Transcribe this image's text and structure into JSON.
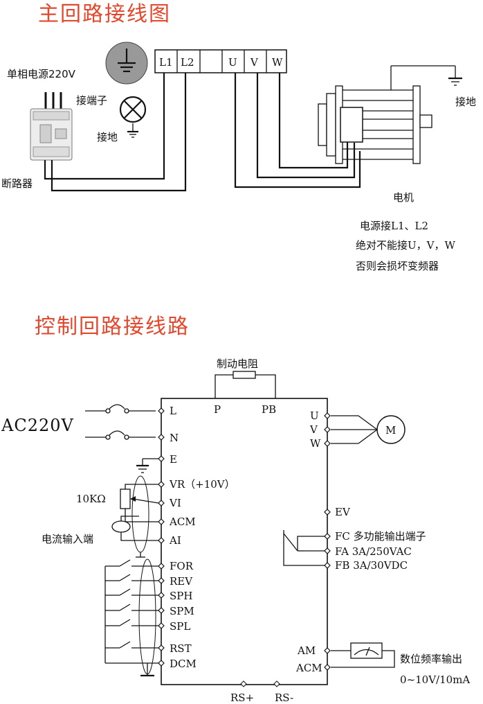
{
  "main_circuit": {
    "title": "主回路接线图",
    "power_label": "单相电源220V",
    "terminal_label": "接端子",
    "ground_label": "接地",
    "breaker_label": "断路器",
    "terminals": [
      "L1",
      "L2",
      "U",
      "V",
      "W"
    ],
    "motor_ground_label": "接地",
    "motor_label": "电机",
    "notes": [
      "电源接L1、L2",
      "绝对不能接U，V，W",
      "否则会损坏变频器"
    ]
  },
  "control_circuit": {
    "title": "控制回路接线路",
    "brake_resistor_label": "制动电阻",
    "top_terminals": [
      "P",
      "PB"
    ],
    "ac_label": "AC220V",
    "left_terminals": [
      "L",
      "N",
      "E",
      "VR（+10V）",
      "VI",
      "ACM",
      "AI",
      "FOR",
      "REV",
      "SPH",
      "SPM",
      "SPL",
      "RST",
      "DCM"
    ],
    "pot_label": "10KΩ",
    "current_input_label": "电流输入端",
    "output_terminals": [
      "U",
      "V",
      "W"
    ],
    "motor_symbol": "M",
    "ev_label": "EV",
    "relay": {
      "fc": "FC 多功能输出端子",
      "fa": "FA  3A/250VAC",
      "fb": "FB  3A/30VDC"
    },
    "meter": {
      "am": "AM",
      "acm": "ACM",
      "label": "数位频率输出",
      "range": "0~10V/10mA"
    },
    "bottom_terminals": [
      "RS+",
      "RS-"
    ]
  }
}
